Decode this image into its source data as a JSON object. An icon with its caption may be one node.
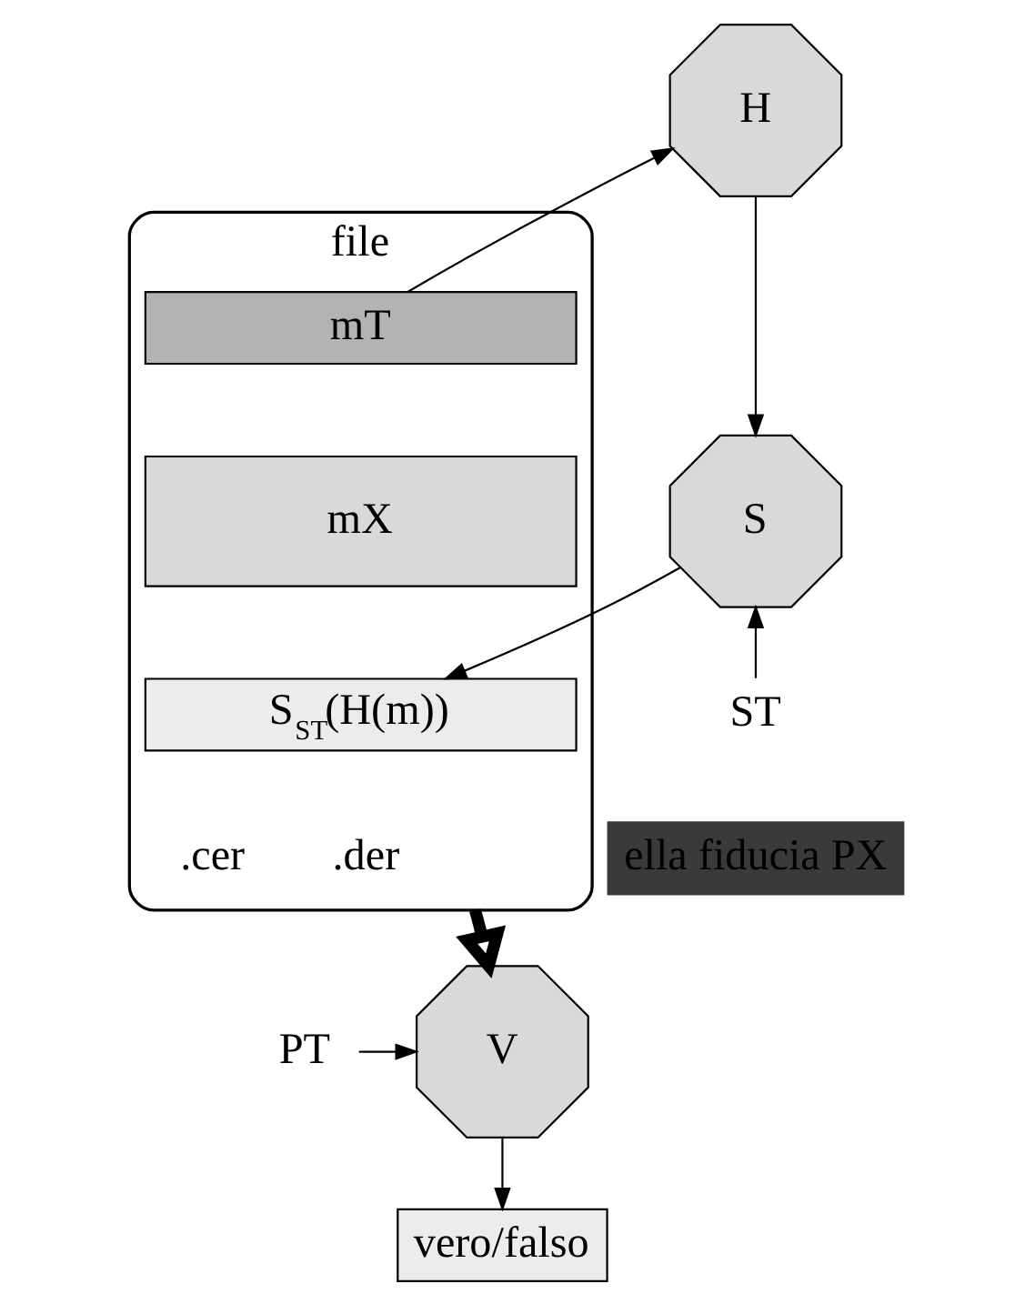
{
  "diagram": {
    "nodes": [
      {
        "text": [
          "file"
        ]
      },
      {
        "text": [
          "mT"
        ],
        "in": 0
      },
      {
        "text": [
          "mX"
        ],
        "in": 0
      },
      {
        "text": [
          "S$_{ST}$(H(m))"
        ],
        "in": 0
      },
      {
        "text": [
          "H"
        ]
      },
      {
        "text": [
          "S"
        ]
      },
      {
        "text": [
          "ST"
        ]
      },
      {
        "text": [
          "ella fiducia PX"
        ]
      },
      {
        "text": [
          "PT"
        ]
      },
      {
        "text": [
          "V"
        ]
      },
      {
        "text": [
          "vero/falso"
        ]
      }
    ],
    "edges": [
      {
        "from": 1,
        "to": 4,
        "arrow": "to"
      },
      {
        "from": 4,
        "to": 5,
        "arrow": "to"
      },
      {
        "from": 5,
        "to": 3,
        "arrow": "to"
      },
      {
        "from": 6,
        "to": 5,
        "arrow": "to"
      },
      {
        "from": 0,
        "to": 9,
        "arrow": "to",
        "style": "thick"
      },
      {
        "from": 8,
        "to": 9,
        "arrow": "to"
      },
      {
        "from": 9,
        "to": 10,
        "arrow": "to"
      }
    ],
    "labels": [
      ".cer",
      ".der"
    ]
  }
}
